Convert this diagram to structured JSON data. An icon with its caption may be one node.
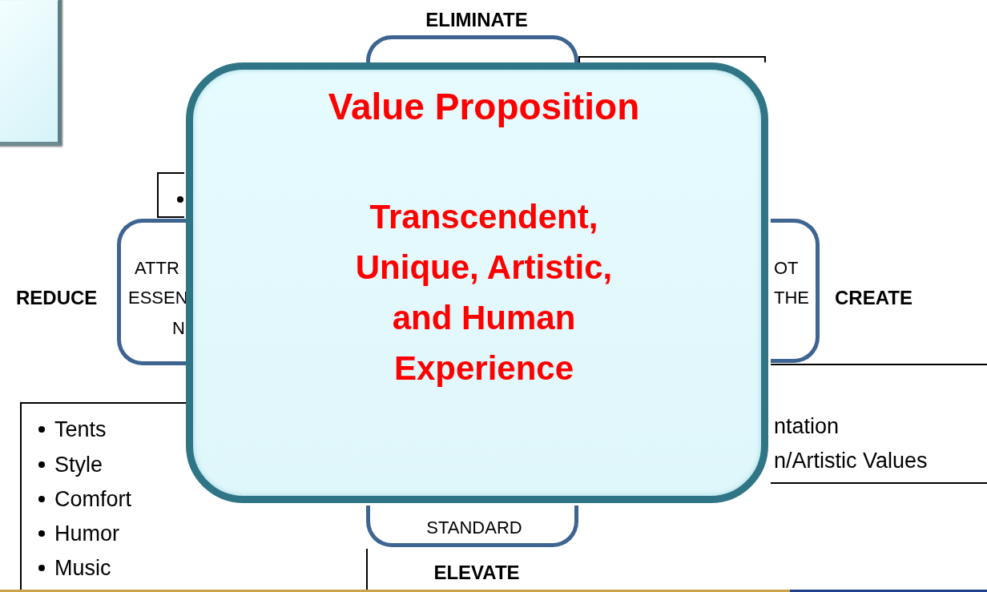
{
  "diagram": {
    "nodes": [
      {
        "text": [],
        "shape": "box"
      },
      {
        "text": [
          "ELIMINATE"
        ]
      },
      {
        "text": [],
        "shape": "box"
      },
      {
        "text": [],
        "shape": "box"
      },
      {
        "text": [
          "REDUCE",
          "ATTR",
          "ESSEN",
          "N"
        ]
      },
      {
        "text": [
          "CREATE",
          "OT",
          "THE"
        ]
      },
      {
        "text": [
          "STANDARD",
          "ELEVATE"
        ]
      },
      {
        "text": [
          "Tents",
          "Style",
          "Comfort",
          "Humor",
          "Music"
        ]
      },
      {
        "text": [
          "ntation",
          "n/Artistic Values"
        ]
      },
      {
        "text": [
          "Value Proposition",
          "Transcendent, Unique, Artistic, and Human Experience"
        ]
      }
    ],
    "edges": []
  }
}
